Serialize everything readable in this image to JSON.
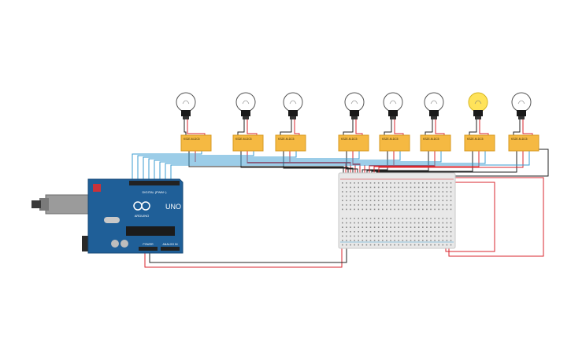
{
  "arduino": {
    "brand": "ARDUINO",
    "model": "UNO",
    "digital_label": "DIGITAL (PWM~)",
    "power_label": "POWER",
    "analog_label": "ANALOG IN"
  },
  "relays": [
    {
      "label": "KS2E-M-DC5",
      "lamp_on": false
    },
    {
      "label": "KS2E-M-DC5",
      "lamp_on": false
    },
    {
      "label": "KS2E-M-DC5",
      "lamp_on": false
    },
    {
      "label": "KS2E-M-DC5",
      "lamp_on": false
    },
    {
      "label": "KS2E-M-DC5",
      "lamp_on": false
    },
    {
      "label": "KS2E-M-DC5",
      "lamp_on": false
    },
    {
      "label": "KS2E-M-DC5",
      "lamp_on": true
    },
    {
      "label": "KS2E-M-DC5",
      "lamp_on": false
    }
  ],
  "colors": {
    "board": "#1f5f98",
    "relay": "#f5b942",
    "lamp_on": "#ffe35a",
    "wire_signal": "#3a9bd0",
    "wire_power": "#d9262c",
    "wire_ground": "#222222"
  }
}
